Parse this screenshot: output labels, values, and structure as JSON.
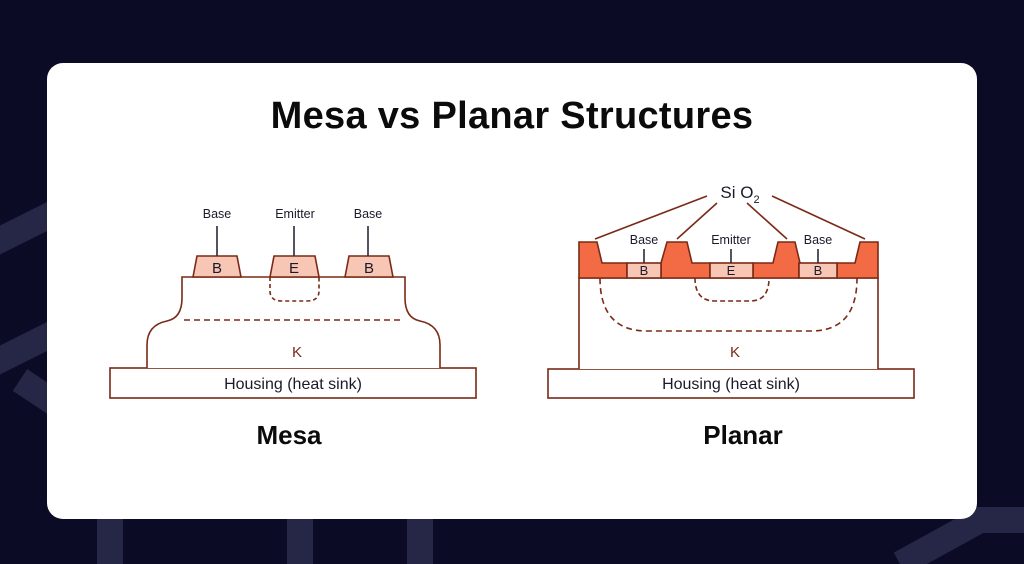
{
  "title": "Mesa vs Planar Structures",
  "colors": {
    "background": "#0b0b26",
    "card": "#ffffff",
    "outline": "#7a2a16",
    "light_fill": "#f7c6b4",
    "oxide_fill": "#f26b45"
  },
  "mesa": {
    "caption": "Mesa",
    "base_left_label": "Base",
    "emitter_label": "Emitter",
    "base_right_label": "Base",
    "block_b_left": "B",
    "block_e": "E",
    "block_b_right": "B",
    "collector": "K",
    "housing": "Housing (heat sink)"
  },
  "planar": {
    "caption": "Planar",
    "oxide_label": "Si O",
    "oxide_subscript": "2",
    "base_left_label": "Base",
    "emitter_label": "Emitter",
    "base_right_label": "Base",
    "block_b_left": "B",
    "block_e": "E",
    "block_b_right": "B",
    "collector": "K",
    "housing": "Housing (heat sink)"
  }
}
